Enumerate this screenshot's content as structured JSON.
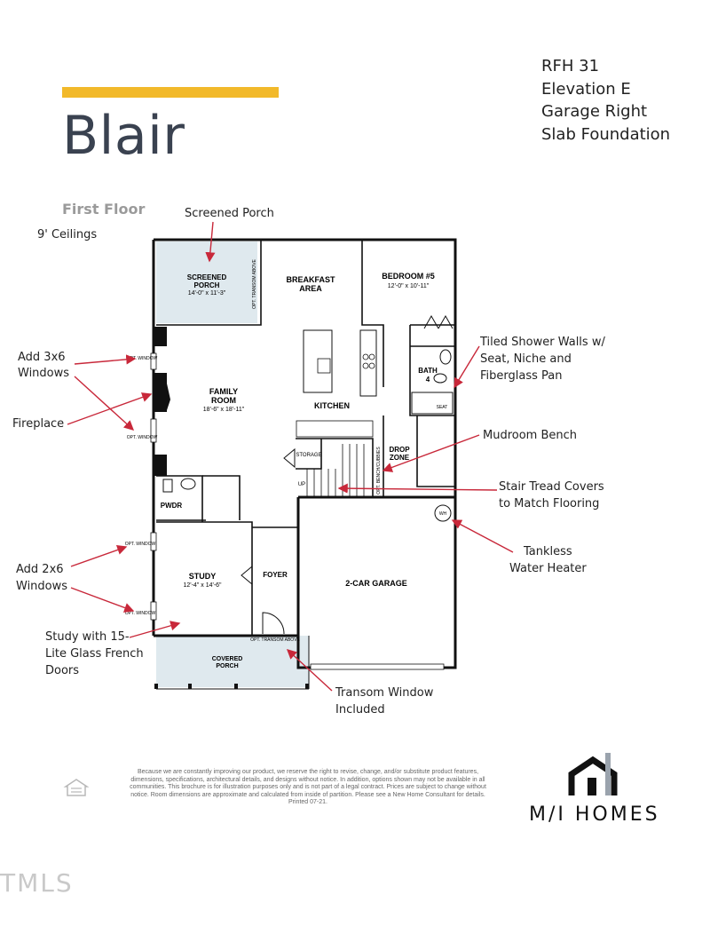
{
  "header": {
    "title": "Blair",
    "spec_lines": [
      "RFH 31",
      "Elevation E",
      "Garage Right",
      "Slab Foundation"
    ],
    "subtitle": "First Floor",
    "ceiling_note": "9' Ceilings",
    "accent_color": "#f2b92a"
  },
  "rooms": {
    "screened_porch": {
      "name": "SCREENED PORCH",
      "dims": "14'-0\" x 11'-3\""
    },
    "breakfast": {
      "name": "BREAKFAST AREA"
    },
    "bedroom5": {
      "name": "BEDROOM #5",
      "dims": "12'-0\" x 10'-11\""
    },
    "bath4": {
      "name": "BATH 4"
    },
    "seat": "SEAT",
    "family_room": {
      "name": "FAMILY ROOM",
      "dims": "18'-6\" x 18'-11\""
    },
    "kitchen": {
      "name": "KITCHEN"
    },
    "storage": "STORAGE",
    "drop_zone": "DROP ZONE",
    "opt_bench": "OPT. BENCH/CUBBIES",
    "up": "UP",
    "pwdr": "PWDR",
    "study": {
      "name": "STUDY",
      "dims": "12'-4\" x 14'-6\""
    },
    "foyer": "FOYER",
    "garage": "2-CAR GARAGE",
    "covered_porch": "COVERED PORCH",
    "wh": "WH",
    "opt_window": "OPT. WINDOW",
    "opt_transom_above": "OPT. TRANSOM ABOVE"
  },
  "callouts": {
    "screened_porch": "Screened Porch",
    "add_3x6": [
      "Add 3x6",
      "Windows"
    ],
    "fireplace": "Fireplace",
    "add_2x6": [
      "Add 2x6",
      "Windows"
    ],
    "study_doors": [
      "Study with 15-",
      "Lite Glass French",
      "Doors"
    ],
    "shower": [
      "Tiled Shower Walls w/",
      "Seat, Niche and",
      "Fiberglass Pan"
    ],
    "mudroom": "Mudroom Bench",
    "stair": [
      "Stair Tread Covers",
      "to Match Flooring"
    ],
    "water_heater": [
      "Tankless",
      "Water Heater"
    ],
    "transom": [
      "Transom Window",
      "Included"
    ]
  },
  "footer": {
    "disclaimer": "Because we are constantly improving our product, we reserve the right to revise, change, and/or substitute product features, dimensions, specifications, architectural details, and designs without notice. In addition, options shown may not be available in all communities. This brochure is for illustration purposes only and is not part of a legal contract. Prices are subject to change without notice. Room dimensions are approximate and calculated from inside of partition. Please see a New Home Consultant for details. Printed 07-21.",
    "brand": "M/I HOMES",
    "watermark": "TMLS"
  },
  "colors": {
    "arrow": "#c8283a",
    "porch_fill": "#dfe9ee",
    "wall": "#111111"
  }
}
